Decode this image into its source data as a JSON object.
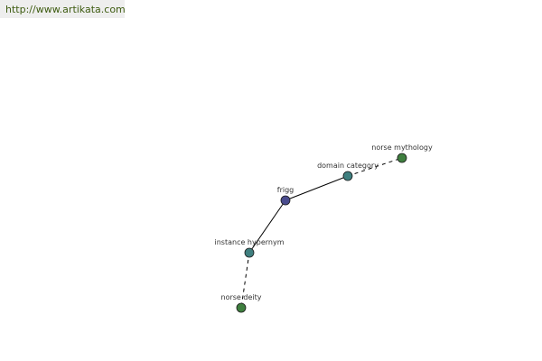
{
  "watermark": {
    "url": "http://www.artikata.com"
  },
  "graph": {
    "nodes": [
      {
        "id": "frigg",
        "label": "frigg",
        "color": "#4a4c8e"
      },
      {
        "id": "domain-category",
        "label": "domain category",
        "color": "#3f7f7f"
      },
      {
        "id": "norse-mythology",
        "label": "norse mythology",
        "color": "#3f7f3f"
      },
      {
        "id": "instance-hypernym",
        "label": "instance hypernym",
        "color": "#3f7f7f"
      },
      {
        "id": "norse-deity",
        "label": "norse deity",
        "color": "#3f7f3f"
      }
    ],
    "edges": [
      {
        "from": "frigg",
        "to": "domain-category",
        "style": "solid"
      },
      {
        "from": "domain-category",
        "to": "norse-mythology",
        "style": "dashed"
      },
      {
        "from": "frigg",
        "to": "instance-hypernym",
        "style": "solid"
      },
      {
        "from": "instance-hypernym",
        "to": "norse-deity",
        "style": "dashed"
      }
    ]
  }
}
